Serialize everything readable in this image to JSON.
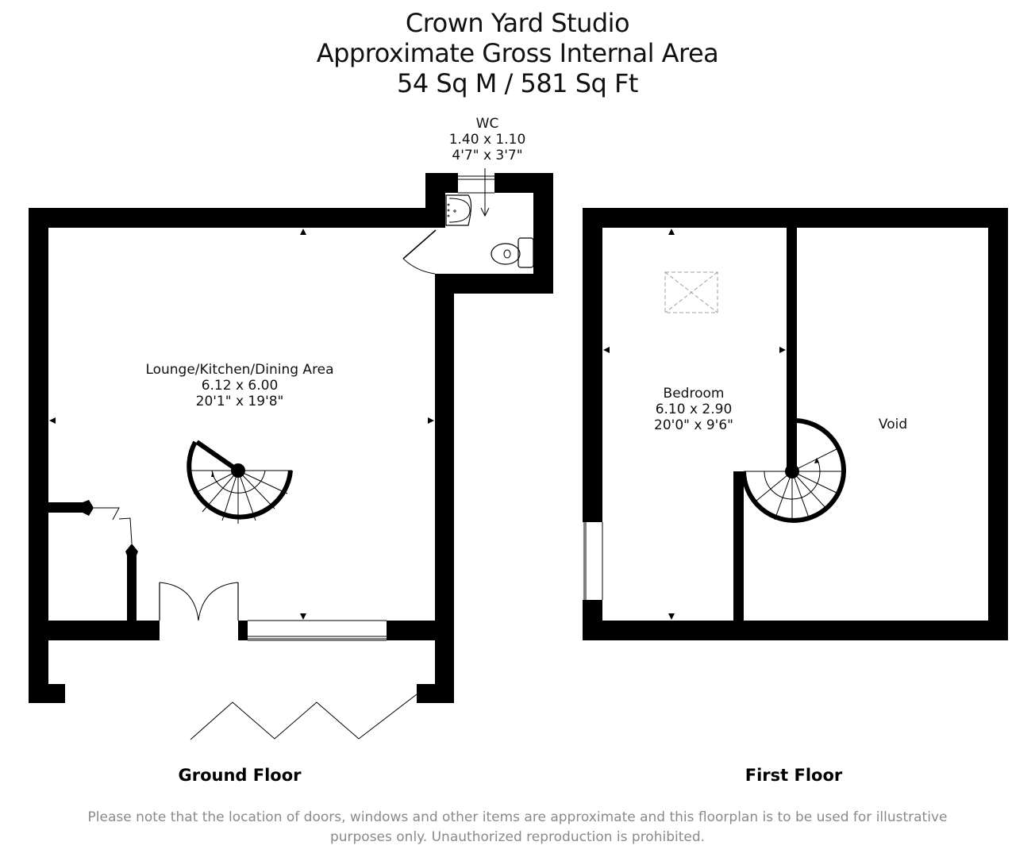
{
  "header": {
    "title": "Crown Yard Studio",
    "subtitle": "Approximate Gross Internal Area",
    "area": "54 Sq M / 581 Sq Ft"
  },
  "floors": [
    {
      "name": "Ground Floor",
      "rooms": [
        {
          "name": "Lounge/Kitchen/Dining Area",
          "metric": "6.12 x 6.00",
          "imperial": "20'1\" x 19'8\""
        },
        {
          "name": "WC",
          "metric": "1.40 x 1.10",
          "imperial": "4'7\" x 3'7\""
        }
      ]
    },
    {
      "name": "First Floor",
      "rooms": [
        {
          "name": "Bedroom",
          "metric": "6.10 x 2.90",
          "imperial": "20'0\" x 9'6\""
        },
        {
          "name": "Void"
        }
      ]
    }
  ],
  "footer": {
    "disclaimer_line1": "Please note that the location of doors, windows and other items are approximate and this floorplan is to be used for illustrative",
    "disclaimer_line2": "purposes only. Unauthorized reproduction is prohibited."
  },
  "colors": {
    "wall": "#000000",
    "background": "#ffffff",
    "disclaimer_text": "#8a8a8a",
    "skylight": "#a0a0a0"
  }
}
